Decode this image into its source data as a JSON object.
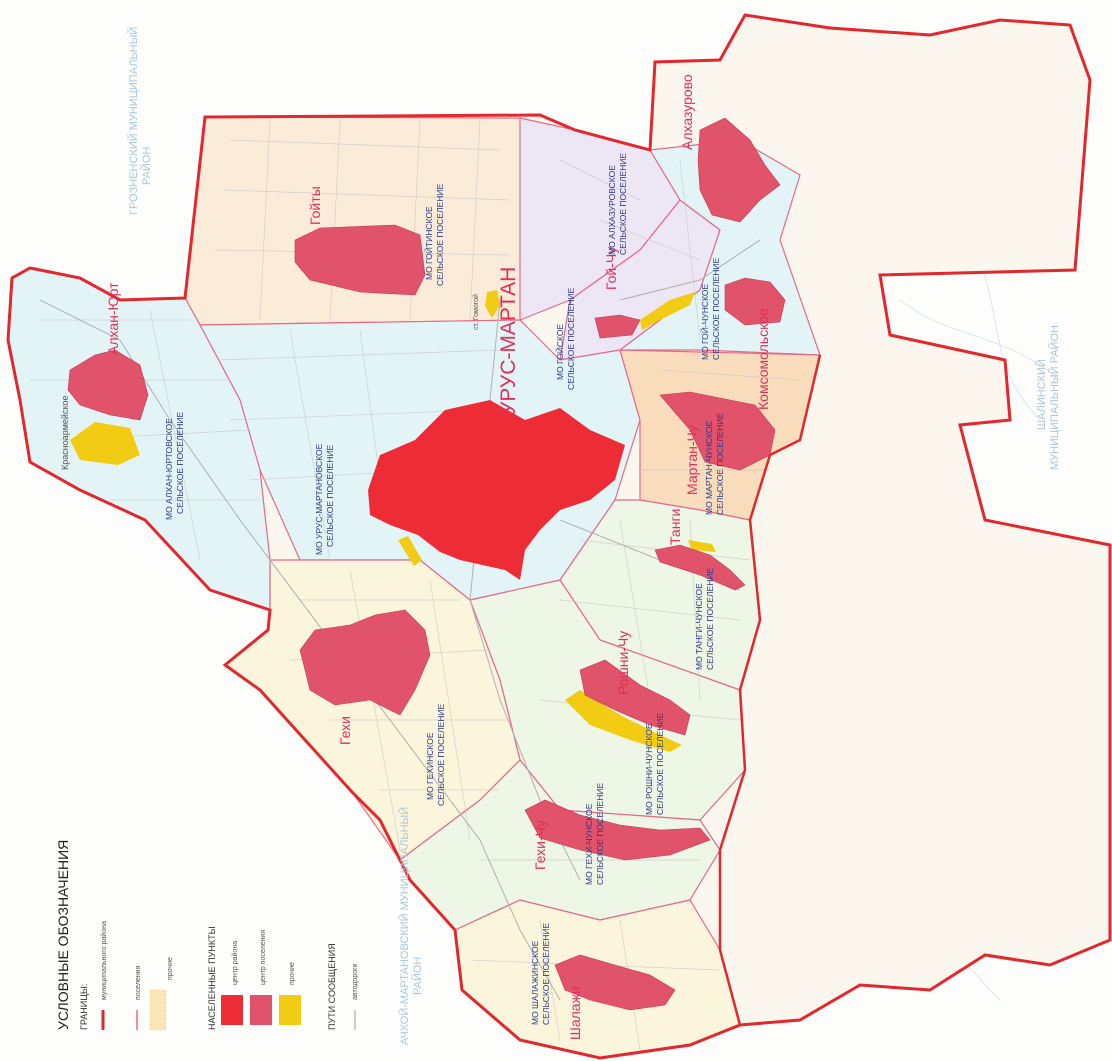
{
  "map": {
    "colors": {
      "boundary_district": "#e0282e",
      "boundary_settlement": "#e46a8a",
      "center_district": "#ee2c36",
      "center_settlement": "#e0536a",
      "other_settlement": "#f1cc13",
      "zone_peach": "#fbecd9",
      "zone_cyan": "#e3f4f7",
      "zone_lavender": "#ede6f5",
      "zone_yellow": "#fbf5dc",
      "zone_green": "#eef6e6",
      "zone_orange": "#f9dcbc",
      "label_blue": "#2c3a88"
    },
    "towns": {
      "urus_martan": "УРУС-МАРТАН",
      "alkhan_yurt": "Алхан-Юрт",
      "goyty": "Гойты",
      "alkhazurovo": "Алхазурово",
      "goy_chu": "Гой-Чу",
      "martan_chu": "Мартан-Чу",
      "komsomolskoe": "Комсомольское",
      "tangi": "Танги",
      "roshni_chu": "Рошни-Чу",
      "gekhi": "Гехи",
      "gekhi_chu": "Гехи-Чу",
      "shalazhi": "Шалажи",
      "krasnoarm": "Красноармейское",
      "small_plain": "ст. Гомогой"
    },
    "settlements": {
      "alkhan_yurt": [
        "МО АЛХАН-ЮРТОВСКОЕ",
        "СЕЛЬСКОЕ ПОСЕЛЕНИЕ"
      ],
      "goyty": [
        "МО ГОЙТИНСКОЕ",
        "СЕЛЬСКОЕ ПОСЕЛЕНИЕ"
      ],
      "alkhazurovo": [
        "МО АЛХАЗУРОВСКОЕ",
        "СЕЛЬСКОЕ ПОСЕЛЕНИЕ"
      ],
      "goy_chu": [
        "МО ГОЙСКОЕ",
        "СЕЛЬСКОЕ ПОСЕЛЕНИЕ"
      ],
      "goy_chu2": [
        "МО ГОЙ-ЧУНСКОЕ",
        "СЕЛЬСКОЕ ПОСЕЛЕНИЕ"
      ],
      "urus_martan": [
        "МО УРУС-МАРТАНОВСКОЕ",
        "СЕЛЬСКОЕ ПОСЕЛЕНИЕ"
      ],
      "martan_chu": [
        "МО МАРТАН-ЧУНСКОЕ",
        "СЕЛЬСКОЕ ПОСЕЛЕНИЕ"
      ],
      "tangi": [
        "МО ТАНГИ-ЧУНСКОЕ",
        "СЕЛЬСКОЕ ПОСЕЛЕНИЕ"
      ],
      "roshni_chu": [
        "МО РОШНИ-ЧУНСКОЕ",
        "СЕЛЬСКОЕ ПОСЕЛЕНИЕ"
      ],
      "gekhi": [
        "МО ГЕХИНСКОЕ",
        "СЕЛЬСКОЕ ПОСЕЛЕНИЕ"
      ],
      "gekhi_chu": [
        "МО ГЕХИ-ЧУНСКОЕ",
        "СЕЛЬСКОЕ ПОСЕЛЕНИЕ"
      ],
      "shalazhi": [
        "МО ШАЛАЖИНСКОЕ",
        "СЕЛЬСКОЕ ПОСЕЛЕНИЕ"
      ]
    },
    "neighbors": {
      "north": [
        "ГРОЗНЕНСКИЙ МУНИЦИПАЛЬНЫЙ",
        "РАЙОН"
      ],
      "east": [
        "ШАЛИНСКИЙ",
        "МУНИЦИПАЛЬНЫЙ РАЙОН"
      ],
      "southwest": [
        "АЧХОЙ-МАРТАНОВСКИЙ МУНИЦИПАЛЬНЫЙ",
        "РАЙОН"
      ]
    }
  },
  "legend": {
    "title": "УСЛОВНЫЕ ОБОЗНАЧЕНИЯ",
    "boundaries_header": "ГРАНИЦЫ:",
    "boundary_district": "муниципального района",
    "boundary_settlement": "поселения",
    "boundary_other": "прочие",
    "settlements_header": "НАСЕЛЕННЫЕ ПУНКТЫ",
    "center_district": "центр района",
    "center_settlement": "центр поселения",
    "other_settlement": "прочие",
    "roads_header": "ПУТИ СООБЩЕНИЯ",
    "roads_local": "автодороги"
  }
}
